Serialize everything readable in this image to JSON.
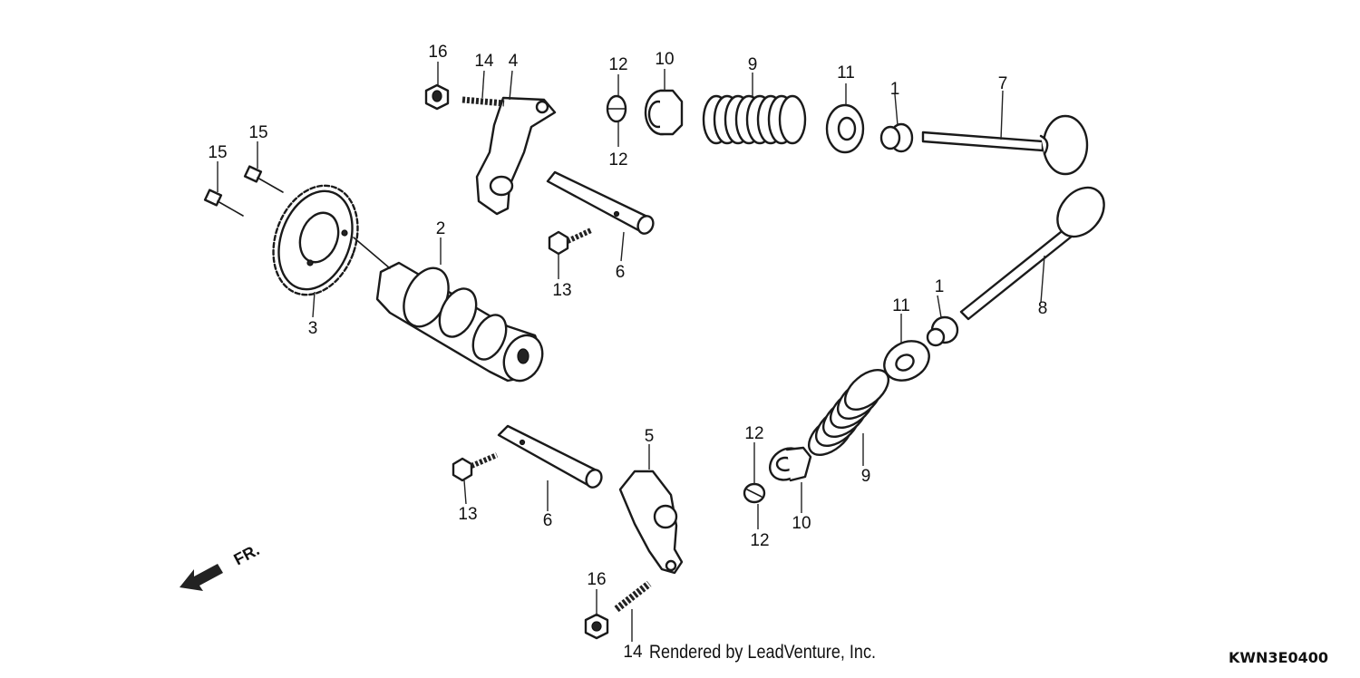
{
  "diagram": {
    "callouts": {
      "c16a": "16",
      "c14a": "14",
      "c4": "4",
      "c12a": "12",
      "c12b": "12",
      "c10a": "10",
      "c9a": "9",
      "c11a": "11",
      "c1a": "1",
      "c7": "7",
      "c15a": "15",
      "c15b": "15",
      "c2": "2",
      "c3": "3",
      "c13a": "13",
      "c6a": "6",
      "c8": "8",
      "c11b": "11",
      "c1b": "1",
      "c5": "5",
      "c12c": "12",
      "c12d": "12",
      "c13b": "13",
      "c6b": "6",
      "c9b": "9",
      "c10b": "10",
      "c16b": "16",
      "c14b": "14"
    },
    "front_indicator": "FR."
  },
  "footer": {
    "credit": "Rendered by LeadVenture, Inc.",
    "code": "KWN3E0400"
  }
}
